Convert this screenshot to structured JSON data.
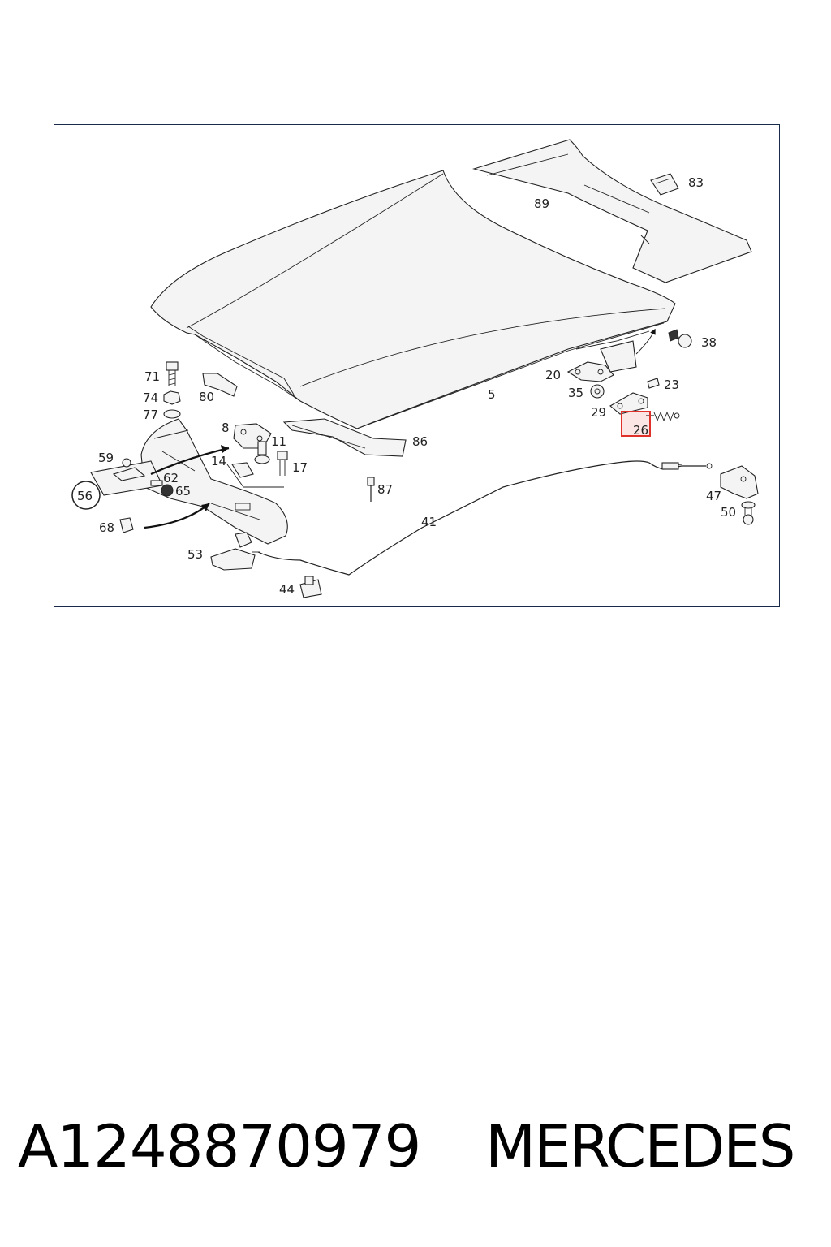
{
  "diagram": {
    "labels": {
      "p5": "5",
      "p8": "8",
      "p11": "11",
      "p14": "14",
      "p17": "17",
      "p20": "20",
      "p23": "23",
      "p26": "26",
      "p29": "29",
      "p35": "35",
      "p38": "38",
      "p41": "41",
      "p44": "44",
      "p47": "47",
      "p50": "50",
      "p53": "53",
      "p56": "56",
      "p59": "59",
      "p62": "62",
      "p65": "65",
      "p68": "68",
      "p71": "71",
      "p74": "74",
      "p77": "77",
      "p80": "80",
      "p83": "83",
      "p86": "86",
      "p87": "87",
      "p89": "89"
    },
    "highlighted_part": "26",
    "highlight_color": "#e0302a"
  },
  "footer": {
    "part_number": "A1248870979",
    "brand": "MERCEDES"
  }
}
